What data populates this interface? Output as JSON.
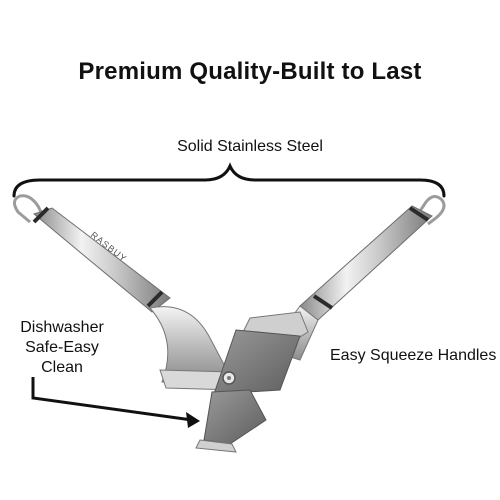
{
  "headline": "Premium Quality-Built to Last",
  "callouts": {
    "material": "Solid Stainless Steel",
    "dishwasher_line1": "Dishwasher",
    "dishwasher_line2": "Safe-Easy",
    "dishwasher_line3": "Clean",
    "handles": "Easy Squeeze Handles"
  },
  "product": {
    "brand_engraving": "RASBUY",
    "description": "stainless steel garlic press, opened",
    "colors": {
      "steel_light": "#e6e6e6",
      "steel_mid": "#b5b5b5",
      "steel_dark": "#6e6e6e",
      "ring": "#2b2b2b",
      "plate": "#7a7a7a"
    }
  }
}
